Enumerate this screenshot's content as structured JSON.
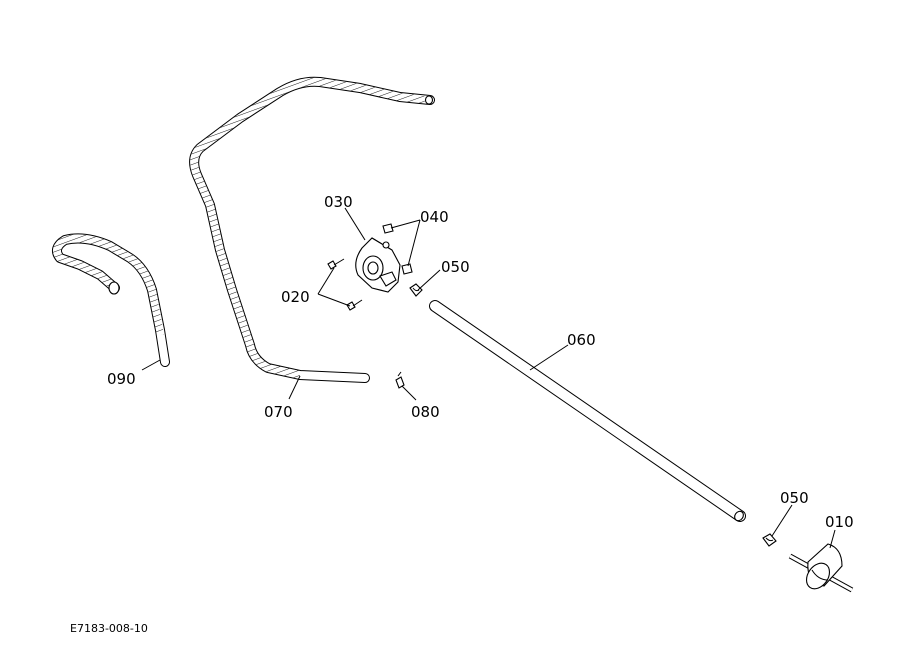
{
  "labels": {
    "p010": "010",
    "p020": "020",
    "p030": "030",
    "p040": "040",
    "p050a": "050",
    "p050b": "050",
    "p060": "060",
    "p070": "070",
    "p080": "080",
    "p090": "090"
  },
  "reference_code": "E7183-008-10",
  "colors": {
    "line": "#000000",
    "background": "#ffffff"
  }
}
